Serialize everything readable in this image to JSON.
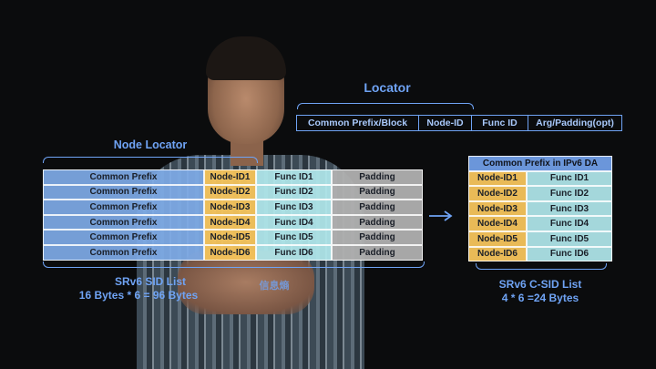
{
  "locator": {
    "title": "Locator",
    "segments": [
      "Common Prefix/Block",
      "Node-ID",
      "Func ID",
      "Arg/Padding(opt)"
    ]
  },
  "node_locator_title": "Node Locator",
  "srv6_sid_list": {
    "rows": [
      {
        "prefix": "Common Prefix",
        "node": "Node-ID1",
        "func": "Func ID1",
        "padding": "Padding"
      },
      {
        "prefix": "Common Prefix",
        "node": "Node-ID2",
        "func": "Func ID2",
        "padding": "Padding"
      },
      {
        "prefix": "Common Prefix",
        "node": "Node-ID3",
        "func": "Func ID3",
        "padding": "Padding"
      },
      {
        "prefix": "Common Prefix",
        "node": "Node-ID4",
        "func": "Func ID4",
        "padding": "Padding"
      },
      {
        "prefix": "Common Prefix",
        "node": "Node-ID5",
        "func": "Func ID5",
        "padding": "Padding"
      },
      {
        "prefix": "Common Prefix",
        "node": "Node-ID6",
        "func": "Func ID6",
        "padding": "Padding"
      }
    ],
    "caption_line1": "SRv6 SID List",
    "caption_line2": "16 Bytes * 6 = 96 Bytes",
    "watermark": "信息熵"
  },
  "csid_list": {
    "header": "Common Prefix in IPv6 DA",
    "rows": [
      {
        "node": "Node-ID1",
        "func": "Func ID1"
      },
      {
        "node": "Node-ID2",
        "func": "Func ID2"
      },
      {
        "node": "Node-ID3",
        "func": "Func ID3"
      },
      {
        "node": "Node-ID4",
        "func": "Func ID4"
      },
      {
        "node": "Node-ID5",
        "func": "Func ID5"
      },
      {
        "node": "Node-ID6",
        "func": "Func ID6"
      }
    ],
    "caption_line1": "SRv6 C-SID List",
    "caption_line2": "4 * 6 =24 Bytes"
  },
  "icons": {
    "arrow": "right-arrow-icon"
  },
  "colors": {
    "accent_blue": "#6fa3f4",
    "prefix_blue": "#7eaae6",
    "node_yellow": "#f6c45c",
    "func_cyan": "#b0e7ec",
    "padding_grey": "#b0b0b0"
  }
}
